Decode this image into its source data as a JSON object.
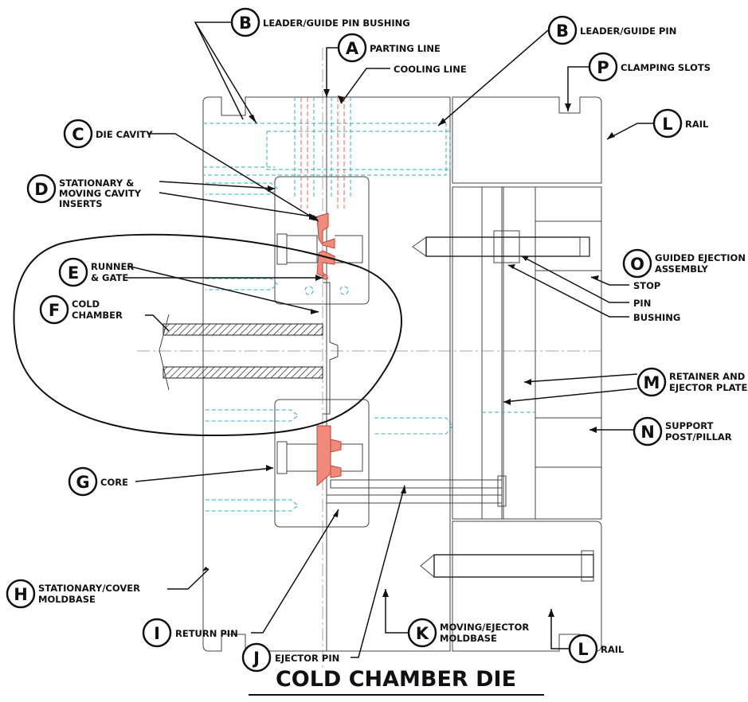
{
  "title": "COLD CHAMBER DIE",
  "callouts": {
    "A": {
      "letter": "A",
      "lines": [
        "PARTING LINE"
      ]
    },
    "A2": {
      "lines": [
        "COOLING LINE"
      ]
    },
    "B1": {
      "letter": "B",
      "lines": [
        "LEADER/GUIDE PIN BUSHING"
      ]
    },
    "B2": {
      "letter": "B",
      "lines": [
        "LEADER/GUIDE PIN"
      ]
    },
    "C": {
      "letter": "C",
      "lines": [
        "DIE CAVITY"
      ]
    },
    "D": {
      "letter": "D",
      "lines": [
        "STATIONARY &",
        "MOVING CAVITY",
        "INSERTS"
      ]
    },
    "E": {
      "letter": "E",
      "lines": [
        "RUNNER",
        "& GATE"
      ]
    },
    "F": {
      "letter": "F",
      "lines": [
        "COLD",
        "CHAMBER"
      ]
    },
    "G": {
      "letter": "G",
      "lines": [
        "CORE"
      ]
    },
    "H": {
      "letter": "H",
      "lines": [
        "STATIONARY/COVER",
        "MOLDBASE"
      ]
    },
    "I": {
      "letter": "I",
      "lines": [
        "RETURN PIN"
      ]
    },
    "J": {
      "letter": "J",
      "lines": [
        "EJECTOR PIN"
      ]
    },
    "K": {
      "letter": "K",
      "lines": [
        "MOVING/EJECTOR",
        "MOLDBASE"
      ]
    },
    "L1": {
      "letter": "L",
      "lines": [
        "RAIL"
      ]
    },
    "L2": {
      "letter": "L",
      "lines": [
        "RAIL"
      ]
    },
    "M": {
      "letter": "M",
      "lines": [
        "RETAINER AND",
        "EJECTOR PLATE"
      ]
    },
    "N": {
      "letter": "N",
      "lines": [
        "SUPPORT",
        "POST/PILLAR"
      ]
    },
    "O": {
      "letter": "O",
      "lines": [
        "GUIDED EJECTION",
        "ASSEMBLY"
      ]
    },
    "O_stop": {
      "lines": [
        "STOP"
      ]
    },
    "O_pin": {
      "lines": [
        "PIN"
      ]
    },
    "O_bushing": {
      "lines": [
        "BUSHING"
      ]
    },
    "P": {
      "letter": "P",
      "lines": [
        "CLAMPING SLOTS"
      ]
    }
  },
  "colors": {
    "cast_part": "#f08a7a",
    "hidden_line": "#2bb3b8",
    "cooling_line": "#e0584e",
    "outline": "#444444"
  }
}
